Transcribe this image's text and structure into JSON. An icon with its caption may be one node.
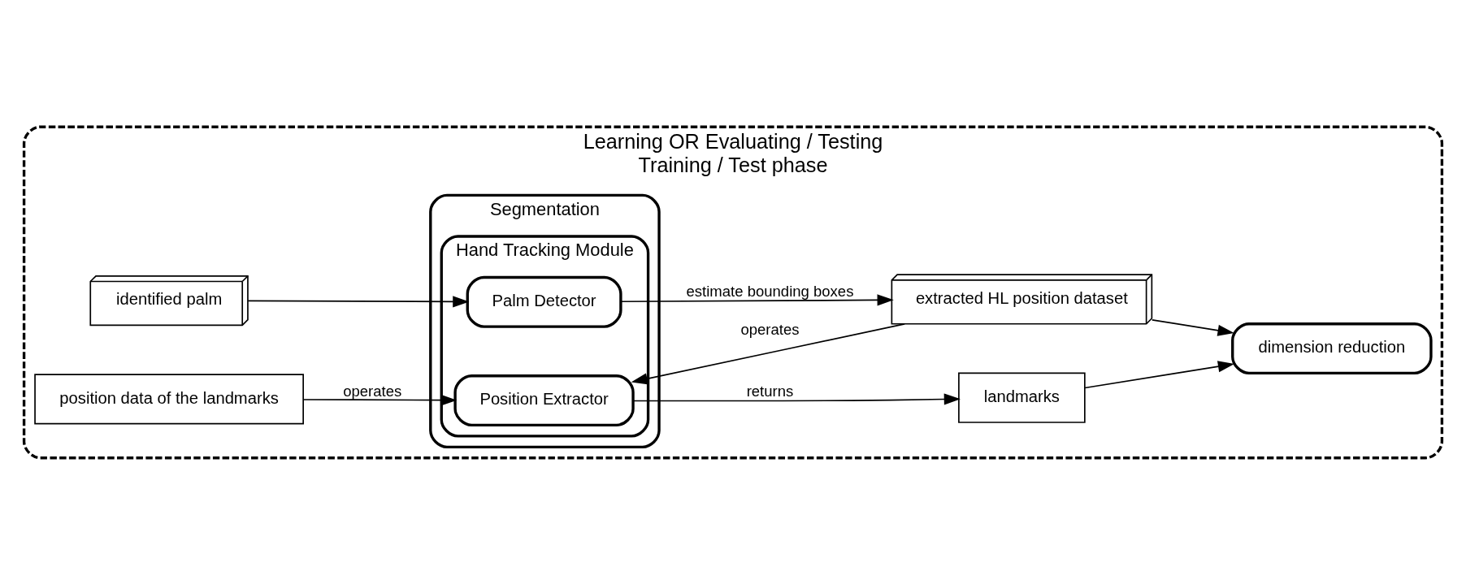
{
  "diagram": {
    "nodes": [
      {
        "text": [
          "Learning OR Evaluating / Testing",
          "Training / Test phase"
        ]
      },
      {
        "text": [
          "Segmentation"
        ],
        "in": 0
      },
      {
        "text": [
          "Hand Tracking Module"
        ],
        "in": 1
      },
      {
        "text": [
          "Palm Detector"
        ],
        "in": 2
      },
      {
        "text": [
          "Position Extractor"
        ],
        "in": 2
      },
      {
        "text": [
          "identified palm"
        ],
        "in": 0
      },
      {
        "text": [
          "extracted HL position dataset"
        ],
        "in": 0
      },
      {
        "text": [
          "landmarks"
        ],
        "in": 0
      },
      {
        "text": [
          "dimension reduction"
        ],
        "in": 0
      },
      {
        "text": [
          "position data of the landmarks"
        ],
        "in": 0
      }
    ],
    "edges": [
      {
        "from": 5,
        "to": 3,
        "arrow": "to"
      },
      {
        "from": 3,
        "to": 6,
        "arrow": "to",
        "label": "estimate bounding boxes"
      },
      {
        "from": 6,
        "to": 4,
        "arrow": "to",
        "label": "operates"
      },
      {
        "from": 4,
        "to": 7,
        "arrow": "to",
        "label": "returns"
      },
      {
        "from": 9,
        "to": 4,
        "arrow": "to",
        "label": "operates"
      },
      {
        "from": 6,
        "to": 8,
        "arrow": "to"
      },
      {
        "from": 7,
        "to": 8,
        "arrow": "to"
      }
    ]
  }
}
